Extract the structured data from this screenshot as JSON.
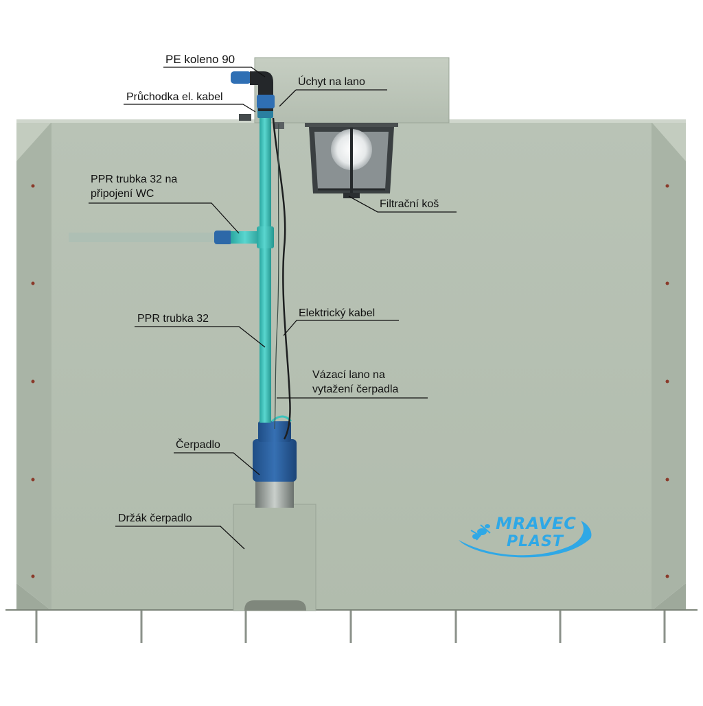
{
  "labels": {
    "pe_elbow": "PE koleno 90",
    "cable_gland": "Průchodka el. kabel",
    "rope_holder": "Úchyt na lano",
    "ppr_wc_line1": "PPR trubka 32 na",
    "ppr_wc_line2": "připojení WC",
    "filter_basket": "Filtrační koš",
    "ppr_pipe": "PPR trubka 32",
    "electric_cable": "Elektrický kabel",
    "rope_line1": "Vázací lano na",
    "rope_line2": "vytažení čerpadla",
    "pump": "Čerpadlo",
    "pump_holder": "Držák čerpadlo"
  },
  "logo": {
    "line1": "MRAVEC",
    "line2": "PLAST"
  },
  "colors": {
    "tank_wall": "#b4bfb0",
    "tank_back": "#bcc6b9",
    "pipe": "#3fc4bd",
    "pump": "#2a5d9a",
    "logo": "#2fa8e6"
  },
  "icons": {
    "logo_mark": "ant-icon"
  }
}
